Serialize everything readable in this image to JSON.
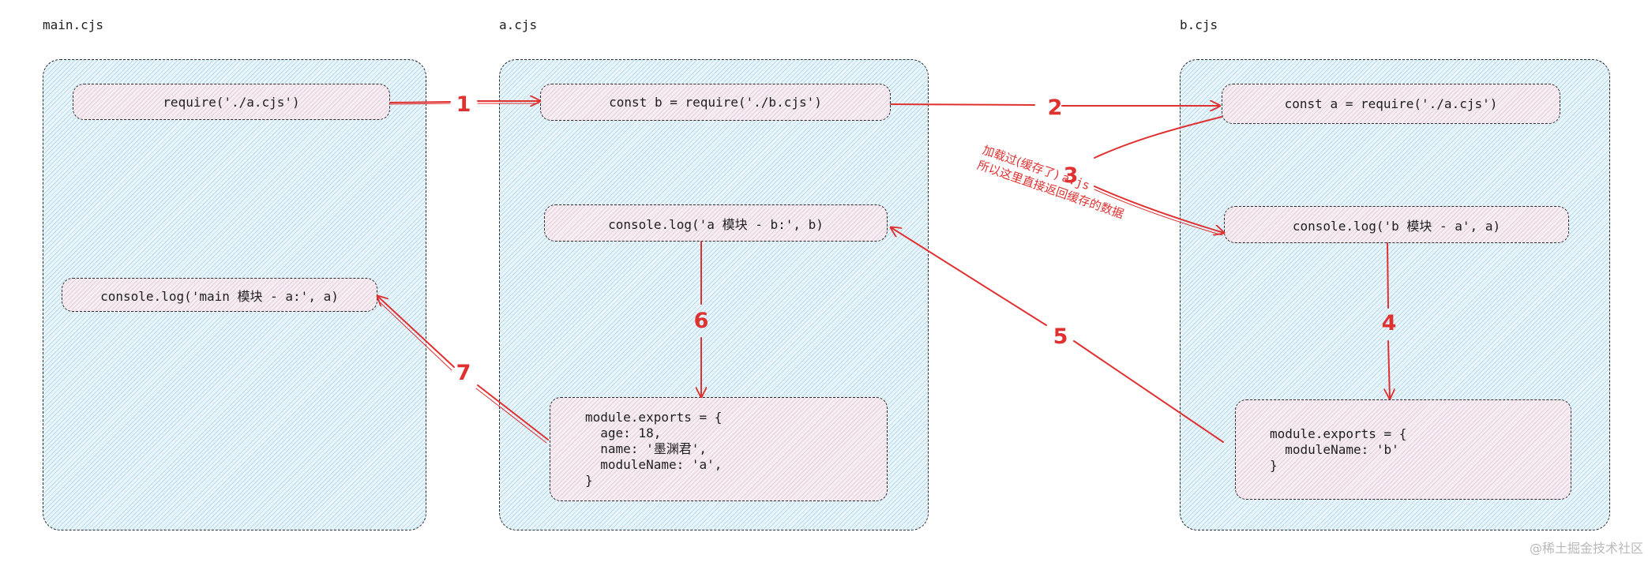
{
  "modules": {
    "main": {
      "label": "main.cjs",
      "require_line": "require('./a.cjs')",
      "log_line": "console.log('main 模块 - a:', a)"
    },
    "a": {
      "label": "a.cjs",
      "require_line": "const b = require('./b.cjs')",
      "log_line": "console.log('a 模块 - b:', b)",
      "exports_lines": [
        "module.exports = {",
        "  age: 18,",
        "  name: '墨渊君',",
        "  moduleName: 'a',",
        "}"
      ]
    },
    "b": {
      "label": "b.cjs",
      "require_line": "const a = require('./a.cjs')",
      "log_line": "console.log('b 模块 - a', a)",
      "exports_lines": [
        "module.exports = {",
        "  moduleName: 'b'",
        "}"
      ]
    }
  },
  "steps": [
    "1",
    "2",
    "3",
    "4",
    "5",
    "6",
    "7"
  ],
  "note": {
    "line1_text": "加载过(缓存了) ",
    "line1_code": "a.js",
    "line2": "所以这里直接返回缓存的数据"
  },
  "colors": {
    "arrow": "#e03131",
    "panel_fill": "#eaf6fb",
    "code_fill": "#f6eef3",
    "border": "#2b2b2b"
  },
  "watermark": "@稀土掘金技术社区"
}
